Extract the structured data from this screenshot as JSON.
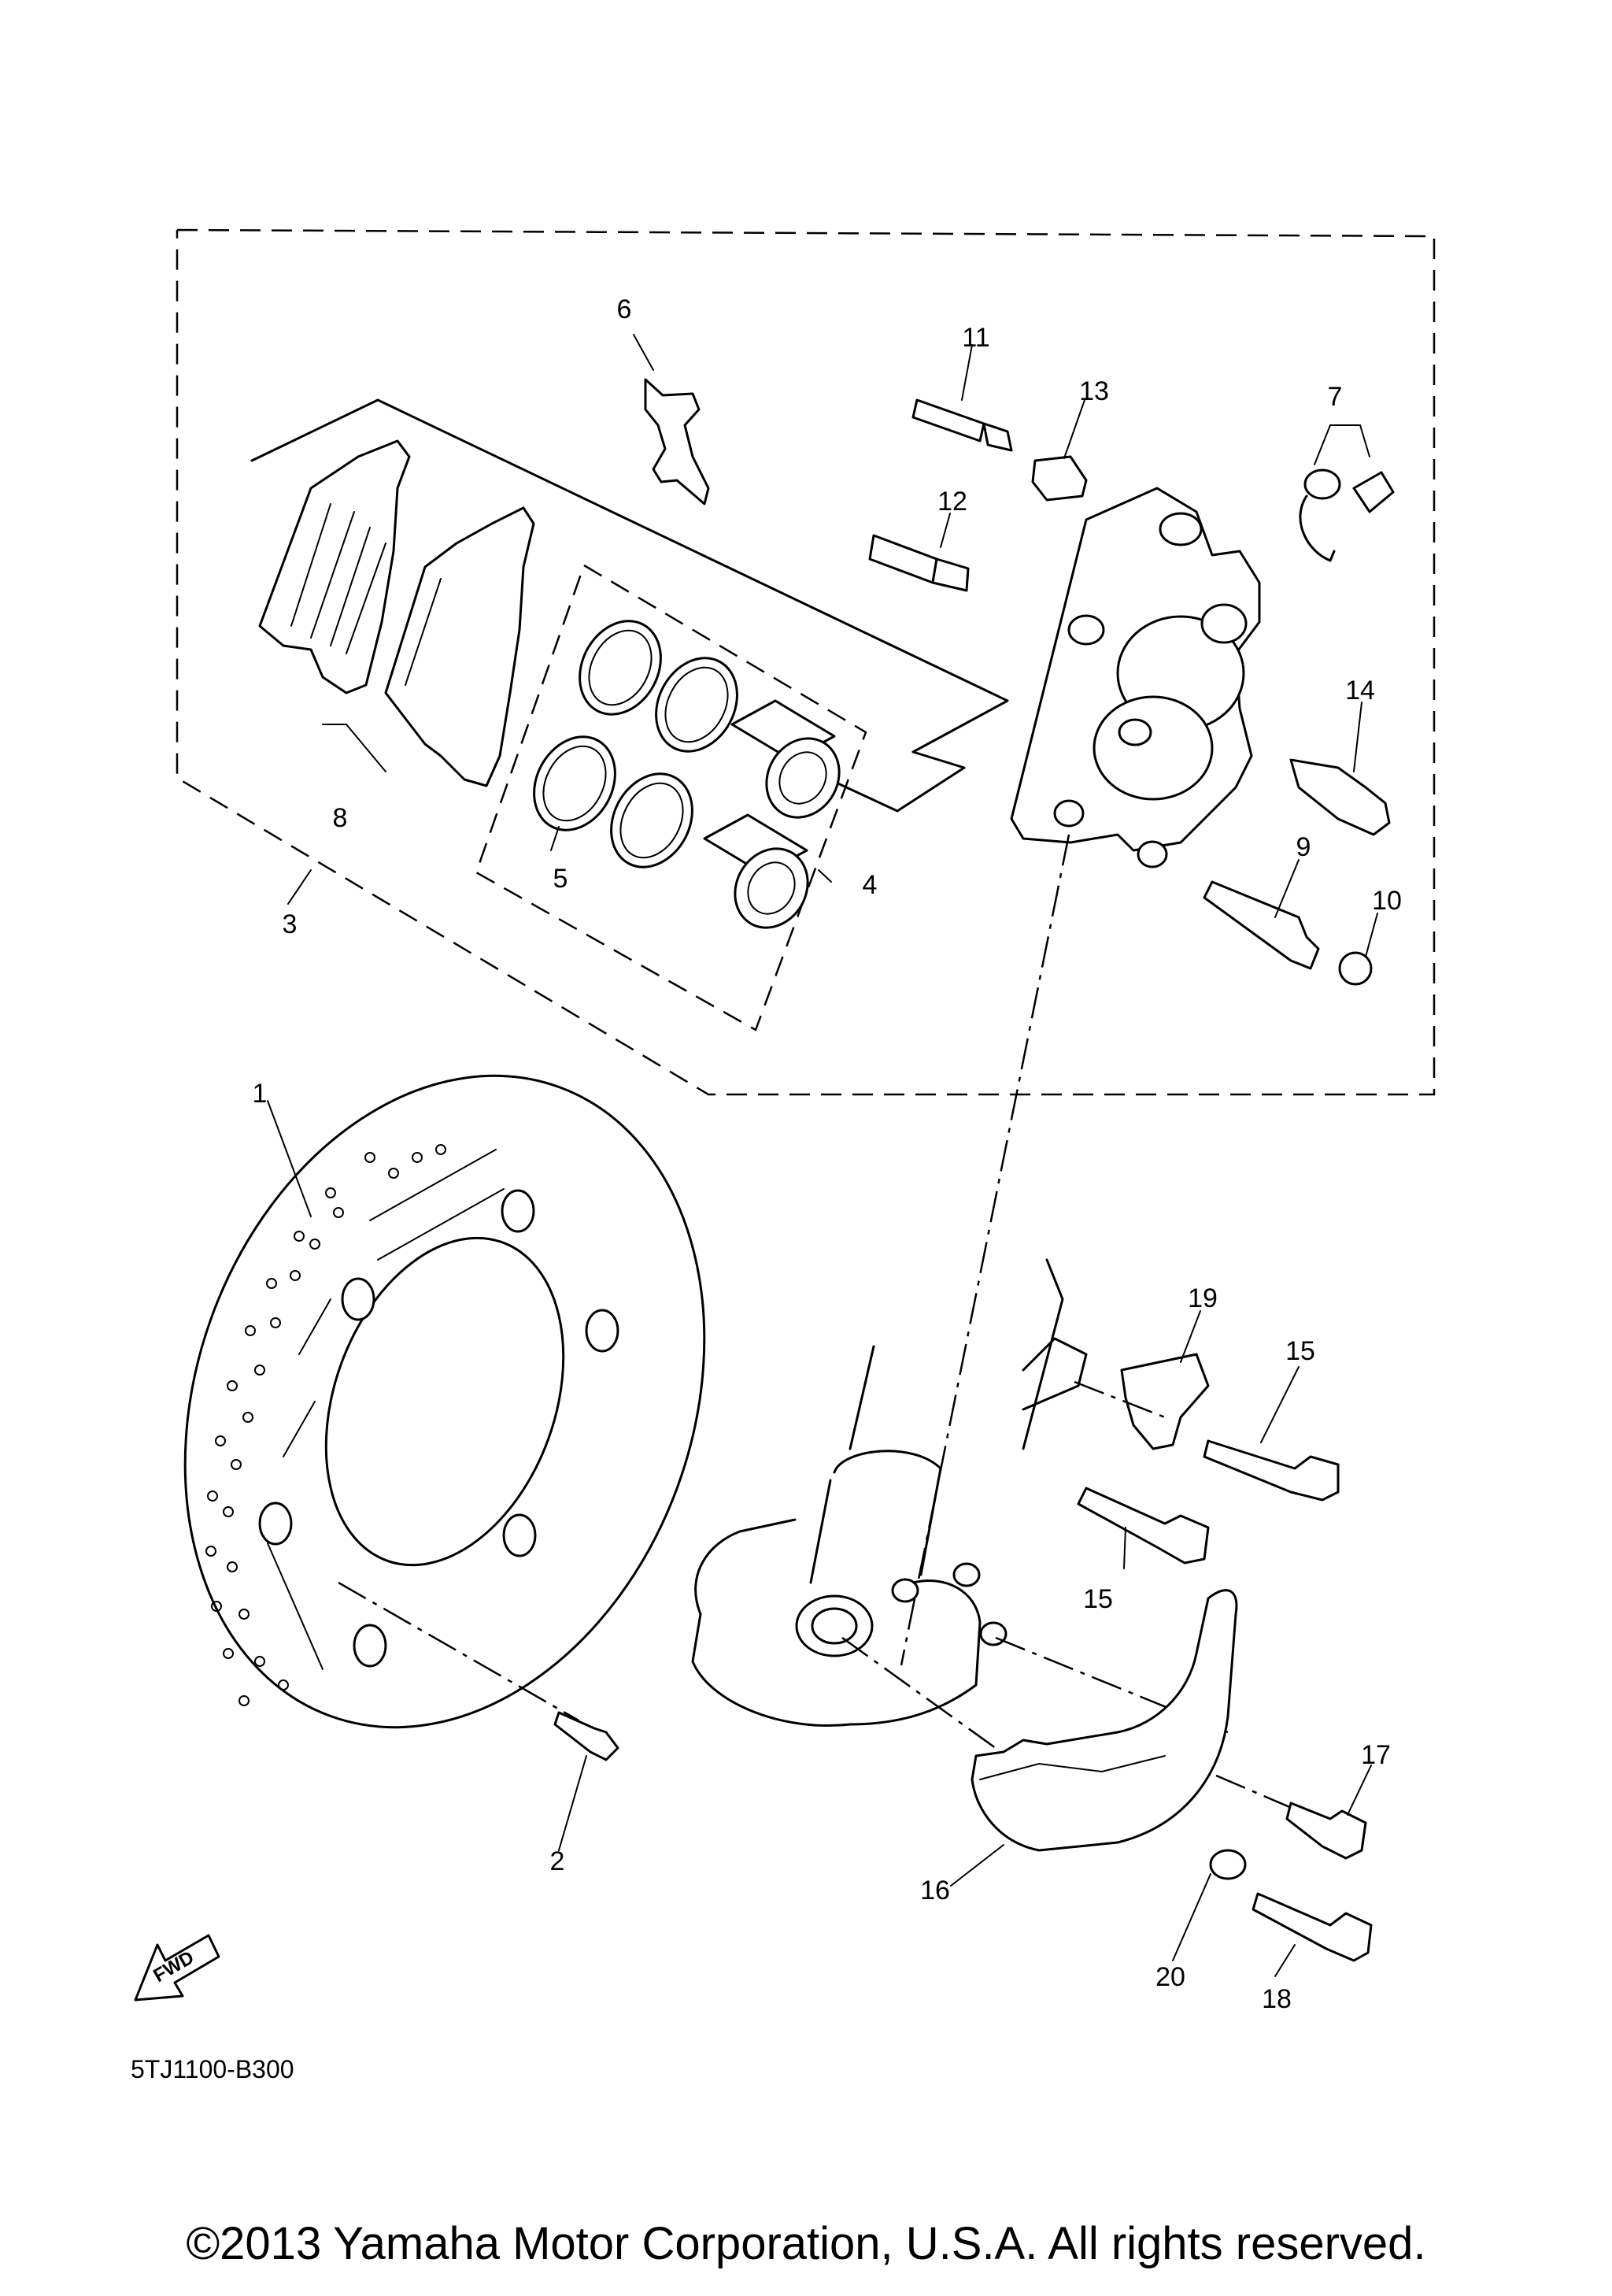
{
  "diagram": {
    "callouts": [
      {
        "id": "1",
        "label": "1"
      },
      {
        "id": "2",
        "label": "2"
      },
      {
        "id": "3",
        "label": "3"
      },
      {
        "id": "4",
        "label": "4"
      },
      {
        "id": "5",
        "label": "5"
      },
      {
        "id": "6",
        "label": "6"
      },
      {
        "id": "7",
        "label": "7"
      },
      {
        "id": "8",
        "label": "8"
      },
      {
        "id": "9",
        "label": "9"
      },
      {
        "id": "10",
        "label": "10"
      },
      {
        "id": "11",
        "label": "11"
      },
      {
        "id": "12",
        "label": "12"
      },
      {
        "id": "13",
        "label": "13"
      },
      {
        "id": "14",
        "label": "14"
      },
      {
        "id": "15a",
        "label": "15"
      },
      {
        "id": "15b",
        "label": "15"
      },
      {
        "id": "16",
        "label": "16"
      },
      {
        "id": "17",
        "label": "17"
      },
      {
        "id": "18",
        "label": "18"
      },
      {
        "id": "19",
        "label": "19"
      },
      {
        "id": "20",
        "label": "20"
      }
    ],
    "fwd_label": "FWD",
    "diagram_code": "5TJ1100-B300"
  },
  "footer": {
    "copyright": "©2013 Yamaha Motor Corporation, U.S.A. All rights reserved."
  }
}
